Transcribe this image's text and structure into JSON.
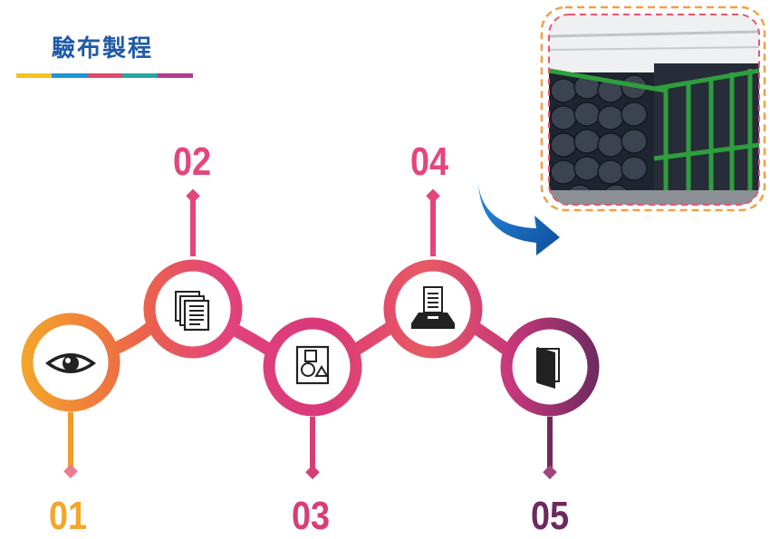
{
  "title": "驗布製程",
  "title_bar_colors": [
    "#f4c21f",
    "#1c95d6",
    "#e0486c",
    "#2aa6a0",
    "#b33b8c"
  ],
  "steps": [
    {
      "number": "01",
      "icon": "eye-icon",
      "color": "#f29a2e"
    },
    {
      "number": "02",
      "icon": "documents-icon",
      "color": "#e5457a"
    },
    {
      "number": "03",
      "icon": "shapes-icon",
      "color": "#d93d77"
    },
    {
      "number": "04",
      "icon": "printer-icon",
      "color": "#e5457a"
    },
    {
      "number": "05",
      "icon": "door-icon",
      "color": "#6e2a5d"
    }
  ],
  "arrow_color": "#1e73c8",
  "photo": {
    "frame_color": "#f0a046",
    "dash_color": "#e8556f",
    "subject": "fabric-rolls-photo"
  }
}
